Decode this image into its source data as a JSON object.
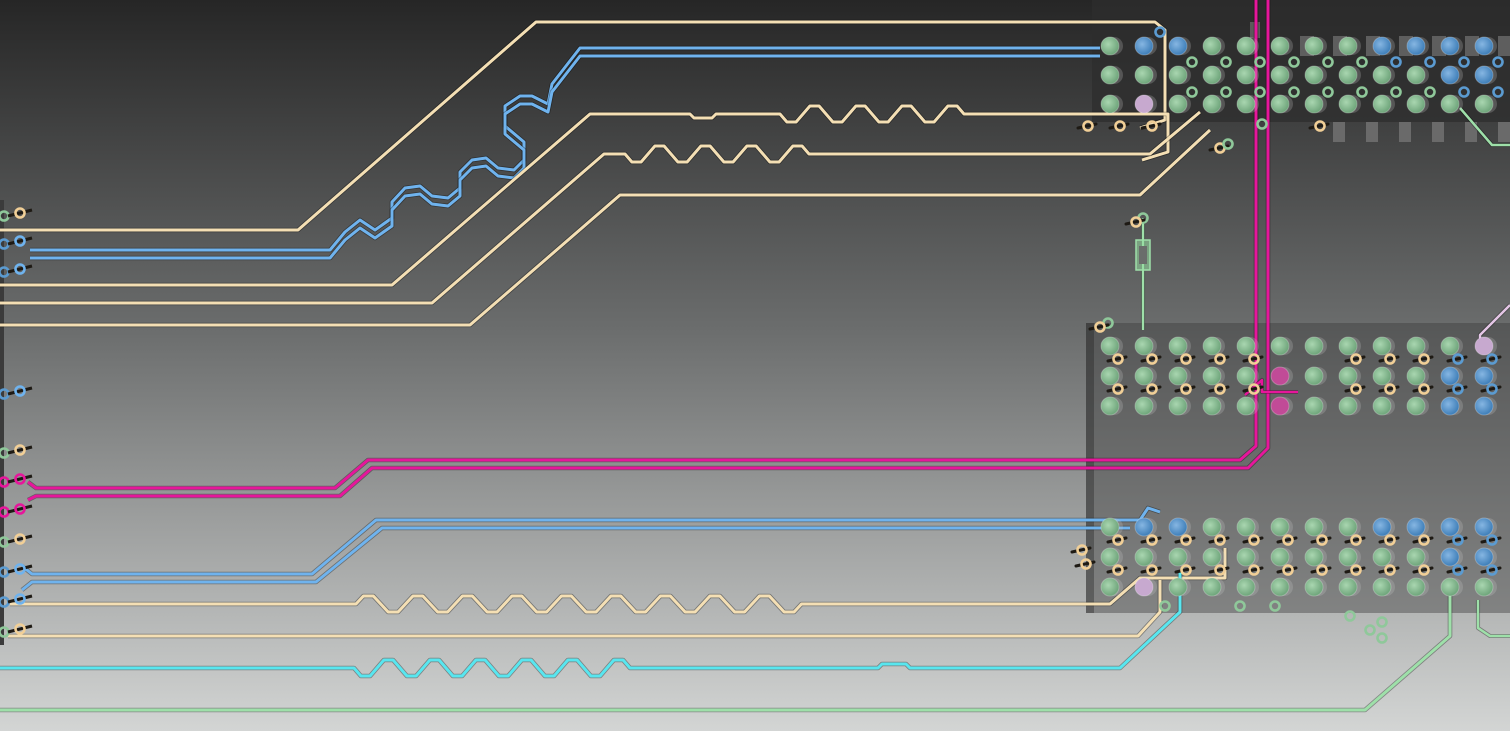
{
  "app": {
    "view": "pcb-layout-canvas"
  },
  "colors": {
    "background_top": "#2a2a2a",
    "background_bottom": "#d2d4d3",
    "component_body": "#3c3c3c",
    "trace_cream": "#f4dfb4",
    "trace_blue": "#6fb3ee",
    "trace_magenta": "#e6169b",
    "trace_cyan": "#58e6ef",
    "trace_green": "#9ee0a9",
    "trace_lilac": "#e4c6e6",
    "pad_green": "#8fc89a",
    "pad_blue": "#5b9bd1",
    "via_cream": "#f1cf97",
    "pad_lilac": "#c7a9cf",
    "pad_magenta": "#c14b97"
  },
  "nets": [
    {
      "name": "cream-top-1",
      "color": "trace_cream"
    },
    {
      "name": "blue-diffpair-top",
      "color": "trace_blue"
    },
    {
      "name": "cream-serpentine-1",
      "color": "trace_cream"
    },
    {
      "name": "cream-serpentine-2",
      "color": "trace_cream"
    },
    {
      "name": "cream-top-4",
      "color": "trace_cream"
    },
    {
      "name": "magenta-diffpair",
      "color": "trace_magenta"
    },
    {
      "name": "blue-diffpair-bottom",
      "color": "trace_blue"
    },
    {
      "name": "cream-serpentine-3",
      "color": "trace_cream"
    },
    {
      "name": "cream-bottom-2",
      "color": "trace_cream"
    },
    {
      "name": "cyan-serpentine",
      "color": "trace_cyan"
    },
    {
      "name": "green-bottom",
      "color": "trace_green"
    }
  ],
  "components": [
    {
      "name": "bga-top",
      "pad_rows": 3
    },
    {
      "name": "bga-middle",
      "pad_rows": 3
    },
    {
      "name": "bga-bottom",
      "pad_rows": 3
    },
    {
      "name": "resistor-r1"
    },
    {
      "name": "left-connector"
    }
  ]
}
